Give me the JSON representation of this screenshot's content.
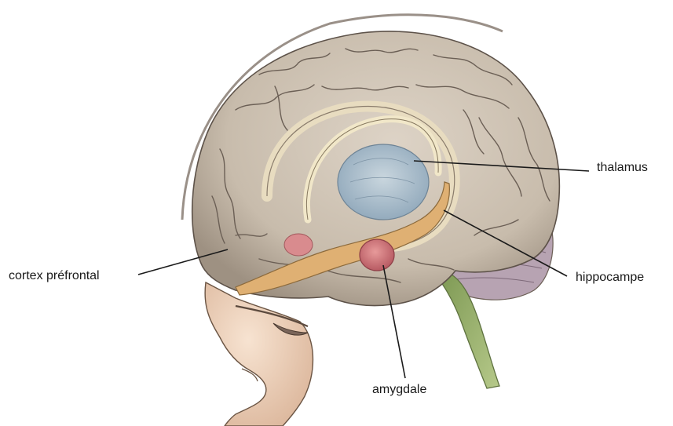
{
  "labels": {
    "thalamus": "thalamus",
    "prefrontal": "cortex préfrontal",
    "hippocampus": "hippocampe",
    "amygdala": "amygdale"
  },
  "colors": {
    "brain_tissue": "#cfc3b3",
    "brain_shadow": "#a89b8a",
    "gyri_lines": "#6b5f55",
    "limbic_arc": "#e8d9b0",
    "hippocampus": "#dcae6e",
    "thalamus": "#a8bccb",
    "amygdala": "#d9747a",
    "cerebellum": "#a58fa0",
    "brainstem": "#9bb36a",
    "skin": "#f1d7c1",
    "leader_lines": "#1a1a1a"
  }
}
